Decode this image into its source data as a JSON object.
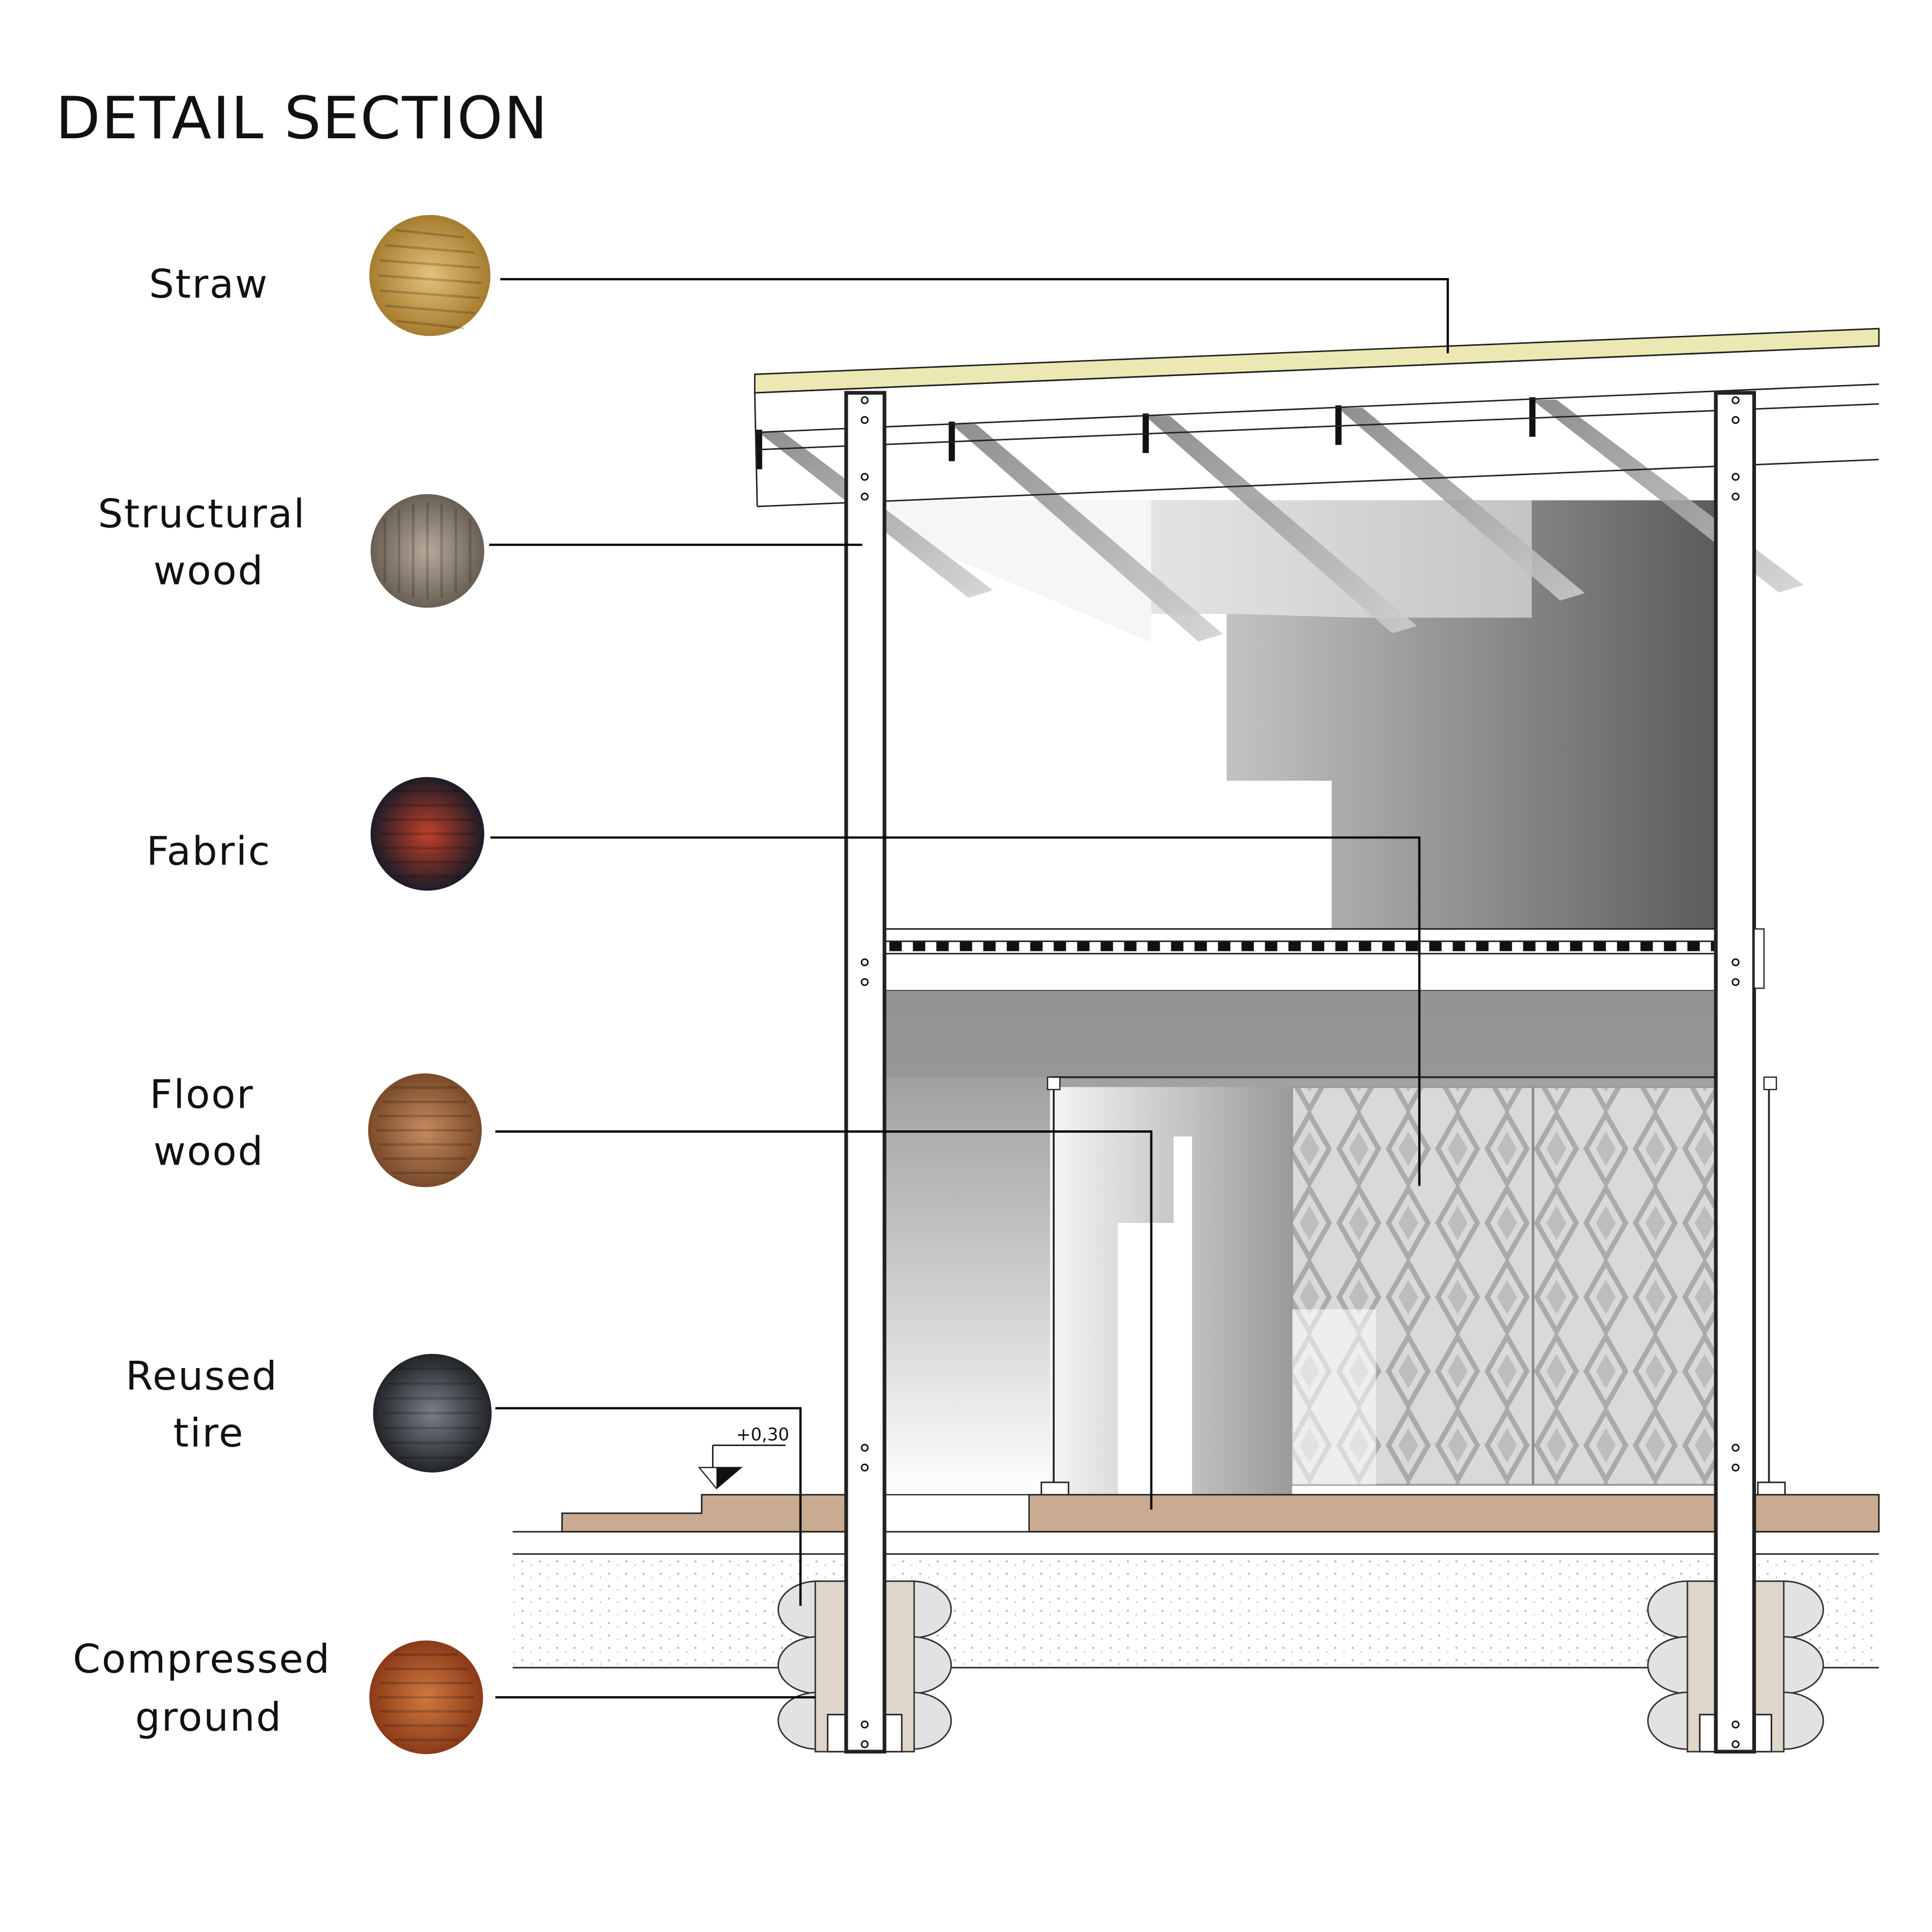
{
  "title": "DETAIL SECTION",
  "materials": [
    {
      "id": "straw",
      "lines": [
        "Straw"
      ],
      "icon": "straw-texture",
      "color": "#c8a450"
    },
    {
      "id": "structural-wood",
      "lines": [
        "Structural",
        "wood"
      ],
      "icon": "tree-bark-texture",
      "color": "#8a7d70"
    },
    {
      "id": "fabric",
      "lines": [
        "Fabric"
      ],
      "icon": "patterned-fabric-texture",
      "color": "#7a2a20"
    },
    {
      "id": "floor-wood",
      "lines": [
        "Floor",
        "wood"
      ],
      "icon": "wood-log-texture",
      "color": "#a0623e"
    },
    {
      "id": "reused-tire",
      "lines": [
        "Reused",
        "tire"
      ],
      "icon": "stacked-tires-texture",
      "color": "#4a4d52"
    },
    {
      "id": "compressed-ground",
      "lines": [
        "Compressed",
        "ground"
      ],
      "icon": "red-soil-texture",
      "color": "#b05a2a"
    }
  ],
  "level_marker": "+0,30",
  "colors": {
    "straw_roof": "#ebe8b4",
    "floor_wood": "#c8ab91",
    "tire": "#e2e2e2",
    "footing": "#dfd5c8"
  }
}
